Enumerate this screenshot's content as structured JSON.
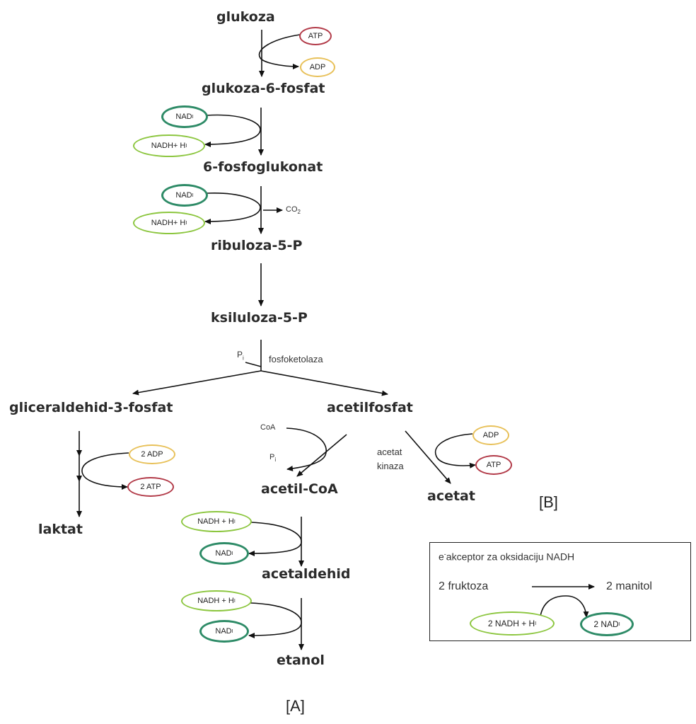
{
  "metabolites": {
    "glukoza": "glukoza",
    "glukoza6p": "glukoza-6-fosfat",
    "fosfoglukonat": "6-fosfoglukonat",
    "ribuloza": "ribuloza-5-P",
    "ksiluloza": "ksiluloza-5-P",
    "gliceraldehid": "gliceraldehid-3-fosfat",
    "acetilfosfat": "acetilfosfat",
    "laktat": "laktat",
    "acetilcoa": "acetil-CoA",
    "acetat": "acetat",
    "acetaldehid": "acetaldehid",
    "etanol": "etanol"
  },
  "cofactors": {
    "atp": "ATP",
    "adp": "ADP",
    "nad": "NAD",
    "nad_sup": "I",
    "nadh": "NADH+ H",
    "nadh_sup": "I",
    "nadh_spaced": "NADH + H",
    "two_adp": "2 ADP",
    "two_atp": "2 ATP",
    "co2": "CO",
    "co2_sub": "2",
    "coa": "CoA",
    "pi": "P",
    "pi_sub": "i"
  },
  "enzymes": {
    "fosfoketolaza": "fosfoketolaza",
    "acetat_kinaza_1": "acetat",
    "acetat_kinaza_2": "kinaza"
  },
  "inset": {
    "title_e": "e",
    "title_sup": "-",
    "title_rest": "akceptor za oksidaciju NADH",
    "substrate": "2 fruktoza",
    "product": "2 manitol",
    "nadh": "2 NADH + H",
    "nadh_sup": "I",
    "nad": "2 NAD",
    "nad_sup": "I"
  },
  "panel_labels": {
    "a": "[A]",
    "b": "[B]"
  },
  "colors": {
    "atp_border": "#b23a48",
    "adp_border": "#e8c15a",
    "nad_border": "#2e8b67",
    "nadh_border": "#8cc63f"
  }
}
